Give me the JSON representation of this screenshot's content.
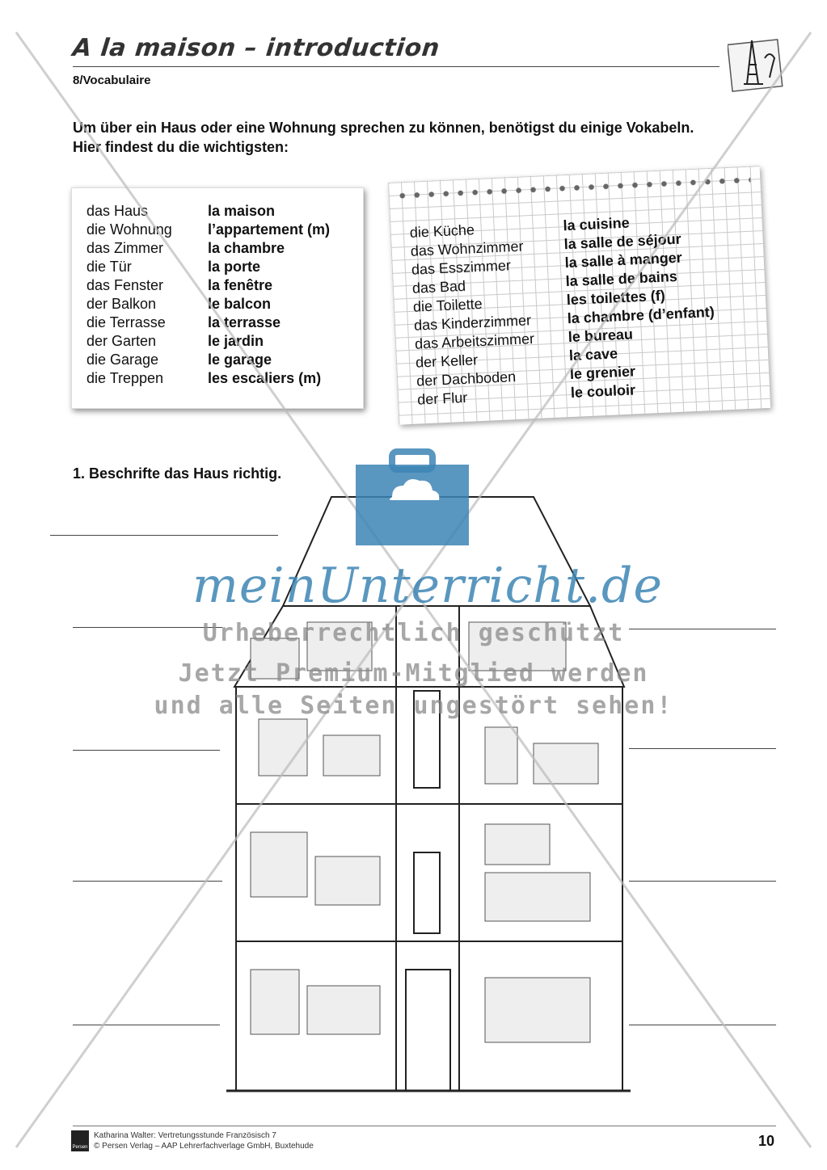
{
  "header": {
    "title": "A la maison – introduction",
    "subtitle": "8/Vocabulaire"
  },
  "intro": {
    "line1": "Um über ein Haus oder eine Wohnung sprechen zu können, benötigst du einige Vokabeln.",
    "line2": "Hier findest du die wichtigsten:"
  },
  "vocab_card_1": [
    {
      "de": "das Haus",
      "fr": "la maison"
    },
    {
      "de": "die Wohnung",
      "fr": "l’appartement (m)"
    },
    {
      "de": "das Zimmer",
      "fr": "la chambre"
    },
    {
      "de": "die Tür",
      "fr": "la porte"
    },
    {
      "de": "das Fenster",
      "fr": "la fenêtre"
    },
    {
      "de": "der Balkon",
      "fr": "le balcon"
    },
    {
      "de": "die Terrasse",
      "fr": "la terrasse"
    },
    {
      "de": "der Garten",
      "fr": "le jardin"
    },
    {
      "de": "die Garage",
      "fr": "le garage"
    },
    {
      "de": "die Treppen",
      "fr": "les escaliers (m)"
    }
  ],
  "vocab_card_2": [
    {
      "de": "die Küche",
      "fr": "la cuisine"
    },
    {
      "de": "das Wohnzimmer",
      "fr": "la salle de séjour"
    },
    {
      "de": "das Esszimmer",
      "fr": "la salle à manger"
    },
    {
      "de": "das Bad",
      "fr": "la salle de bains"
    },
    {
      "de": "die Toilette",
      "fr": "les toilettes (f)"
    },
    {
      "de": "das Kinderzimmer",
      "fr": "la chambre (d’enfant)"
    },
    {
      "de": "das Arbeitszimmer",
      "fr": "le bureau"
    },
    {
      "de": "der Keller",
      "fr": "la cave"
    },
    {
      "de": "der Dachboden",
      "fr": "le grenier"
    },
    {
      "de": "der Flur",
      "fr": "le couloir"
    }
  ],
  "exercise": {
    "label": "1. Beschrifte das Haus richtig."
  },
  "watermark": {
    "brand": "meinUnterricht.de",
    "line1": "Urheberrechtlich geschützt",
    "line2": "Jetzt Premium-Mitglied werden",
    "line3": "und alle Seiten ungestört sehen!"
  },
  "footer": {
    "author": "Katharina Walter: Vertretungsstunde Französisch 7",
    "copyright": "© Persen Verlag – AAP Lehrerfachverlage GmbH, Buxtehude",
    "publisher_logo": "Persen",
    "page": "10"
  },
  "icons": [
    "eiffel-tower-icon",
    "briefcase-cloud-icon"
  ]
}
